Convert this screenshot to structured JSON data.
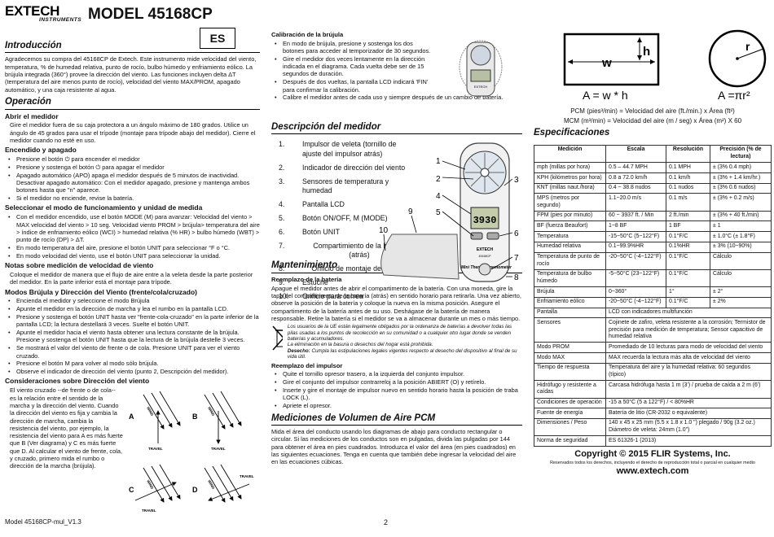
{
  "header": {
    "logo": "EXTECH",
    "logo_sub": "INSTRUMENTS",
    "model": "MODEL 45168CP",
    "lang": "ES"
  },
  "intro": {
    "title": "Introducción",
    "text": "Agradecemos su compra del 45168CP de Extech. Este instrumento mide velocidad del viento, temperatura, % de humedad relativa, punto de rocío, bulbo húmedo y enfriamiento eólico. La brújula integrada (360°) provee la dirección del viento. Las funciones incluyen delta ΔT (temperatura del aire menos punto de rocío), velocidad del viento MAX/PROM, apagado automático, y una caja resistente al agua."
  },
  "op": {
    "title": "Operación",
    "open_title": "Abrir el medidor",
    "open_text": "Gire el medidor fuera de su caja protectora a un ángulo máximo de 180 grados. Utilice un ángulo de 45 grados para usar el trípode (montaje para trípode abajo del medidor). Cierre el medidor cuando no esté en uso.",
    "power_title": "Encendido y apagado",
    "power": [
      "Presione el botón ⏻ para encender el medidor",
      "Presione y sostenga el botón ⏻ para apagar el medidor",
      "Apagado automático (APO) apaga el medidor después de 5 minutos de inactividad. Desactivar apagado automático: Con el medidor apagado, presione y mantenga ambos botones hasta que \"n\" aparece.",
      "Si el medidor no enciende, revise la batería."
    ],
    "mode_title": "Seleccionar el modo de funcionamiento y unidad de medida",
    "mode": [
      "Con el medidor encendido, use el botón MODE (M) para avanzar: Velocidad del viento > MAX velocidad del viento > 10 seg. Velocidad viento PROM > brújula> temperatura del aire > índice de enfriamiento eólico (WCI) > humedad relativa (% HR) > bulbo húmedo (WBT) > punto de rocío (DP) > ΔT.",
      "En modo temperatura del aire, presione el botón UNIT para seleccionar °F o °C.",
      "En modo velocidad del viento, use el botón UNIT para seleccionar la unidad."
    ],
    "notes_title": "Notas sobre medición de velocidad de viento",
    "notes_text": "Coloque el medidor de manera que el flujo de aire entre a la veleta desde la parte posterior del medidor. En la parte inferior está el montaje para trípode.",
    "compass_title": "Modos Brújula y Dirección del Viento (frente/cola/cruzado)",
    "compass": [
      "Encienda el medidor y seleccione el modo Brújula",
      "Apunte el medidor en la dirección de marcha y lea el rumbo en la pantalla LCD.",
      "Presione y sostenga el botón UNIT hasta ver \"frente-cola-cruzado\" en la parte inferior de la pantalla LCD; la lectura destellará 3 veces. Suelte el botón UNIT.",
      "Apunte el medidor hacia el viento hasta obtener una lectura constante de la brújula. Presione y sostenga el botón UNIT hasta que la lectura de la brújula destelle 3 veces.",
      "Se mostrará el valor del viento de frente o de cola. Presione UNIT para ver el viento cruzado.",
      "Presione el botón M para volver al modo sólo brújula.",
      "Observe el indicador de dirección del viento (punto 2, Descripción del medidor)."
    ],
    "wind_title": "Consideraciones sobre Dirección del viento",
    "wind_text": "El viento cruzado --de frente o de cola-- es la relación entre el sentido de la marcha y la dirección del viento. Cuando la dirección del viento es fija y cambia la dirección de marcha, cambia la resistencia del viento, por ejemplo, la resistencia del viento para A es más fuerte que B (Ver diagrama) y C es más fuerte que D. Al calcular el viento de frente, cola, y cruzado, primero mida el rumbo o dirección de la marcha (brújula).",
    "diag_letters": [
      "A",
      "B",
      "C",
      "D"
    ],
    "diag_wind": "WIND",
    "diag_travel": "TRAVEL"
  },
  "calib": {
    "title": "Calibración de la brújula",
    "items": [
      "En modo de brújula, presione y sostenga los dos botones para acceder al temporizador de 30 segundos.",
      "Gire el medidor dos veces lentamente en la dirección indicada en el diagrama. Cada vuelta debe ser de 15 segundos de duración.",
      "Después de dos vueltas, la pantalla LCD indicará 'FIN' para confirmar la calibración.",
      "Calibre el medidor antes de cada uso y siempre después de un cambio de batería."
    ]
  },
  "desc": {
    "title": "Descripción del medidor",
    "items": [
      {
        "n": "1.",
        "t": "Impulsor de veleta (tornillo de ajuste del impulsor atrás)"
      },
      {
        "n": "2.",
        "t": "Indicador de dirección del viento"
      },
      {
        "n": "3.",
        "t": "Sensores de temperatura y humedad"
      },
      {
        "n": "4.",
        "t": "Pantalla LCD"
      },
      {
        "n": "5.",
        "t": "Botón ON/OFF, M (MODE)"
      },
      {
        "n": "6.",
        "t": "Botón UNIT"
      },
      {
        "n": "7.",
        "t": "Compartimiento de la batería (atrás)"
      },
      {
        "n": "8.",
        "t": "Orificio de montaje del trípode"
      },
      {
        "n": "9.",
        "t": "Estuche"
      },
      {
        "n": "10.",
        "t": "Orificio para correa"
      }
    ],
    "lcd": "3930",
    "device_brand": "EXTECH",
    "device_name": "Mini Thermo-Anemometer",
    "device_model": "45168CP",
    "callouts": [
      "1",
      "2",
      "3",
      "4",
      "5",
      "6",
      "7",
      "8",
      "9",
      "10"
    ]
  },
  "maint": {
    "title": "Mantenimiento",
    "bat_title": "Reemplazo de la batería",
    "bat_text": "Apague el medidor antes de abrir el compartimento de la batería. Con una moneda, gire la tapa del compartimento de la batería (atrás) en sentido horario para retirarla. Una vez abierto, observe la posición de la batería y coloque la nueva en la misma posición. Asegure el compartimento de la batería antes de su uso. Deshágase de la batería de manera responsable. Retire la batería si el medidor se va a almacenar durante un mes o más tiempo.",
    "recycle1": "Los usuarios de la UE están legalmente obligados por la ordenanza de baterías a devolver todas las pilas usadas a los puntos de recolección en su comunidad o a cualquier otro lugar donde se venden baterías y acumuladores.",
    "recycle2": "La eliminación en la basura o desechos del hogar está prohibida.",
    "recycle3_b": "Desecho:",
    "recycle3": " Cumpla las estipulaciones legales vigentes respecto al desecho del dispositivo al final de su vida útil.",
    "imp_title": "Reemplazo del impulsor",
    "imp": [
      "Quite el tornillo opresor trasero, a la izquierda del conjunto impulsor.",
      "Gire el conjunto del impulsor contrarreloj a la posición ABIERT (O) y retírelo.",
      "Inserte y gire el montaje de impulsor nuevo en sentido horario hasta la posición de traba LOCK (L).",
      "Apriete el opresor."
    ]
  },
  "pcm": {
    "title": "Mediciones de Volumen de Aire PCM",
    "text": "Mida el área del conducto usando los diagramas de abajo para conducto rectangular o circular. Si las mediciones de los conductos son en pulgadas, divida las pulgadas por 144 para obtener el área en pies cuadrados. Introduzca el valor del área (en pies cuadrados) en las siguientes ecuaciones. Tenga en cuenta que también debe ingresar la velocidad del aire en las ecuaciones cúbicas."
  },
  "area": {
    "w": "w",
    "h": "h",
    "r": "r",
    "eq1": "A = w * h",
    "eq2": "A =πr²",
    "pcm_eq": "PCM (pies³/min) = Velocidad del aire (ft./min.) x Área (ft²)",
    "mcm_eq": "MCM (m³/min) = Velocidad del aire (m / seg) x Área (m²) X 60"
  },
  "spec": {
    "title": "Especificaciones",
    "headers": [
      "Medición",
      "Escala",
      "Resolución",
      "Precisión (% de lectura)"
    ],
    "rows": [
      [
        "mph (millas por hora)",
        "0.5 – 44.7 MPH",
        "0.1 MPH",
        "± (3% 0.4 mph)"
      ],
      [
        "KPH (kilómetros por hora)",
        "0.8 a 72.0 km/h",
        "0.1 km/h",
        "± (3% + 1.4 km/hr.)"
      ],
      [
        "KNT (millas naut./hora)",
        "0.4 ~ 38.8 nudos",
        "0.1 nudos",
        "± (3% 0.6 nudos)"
      ],
      [
        "MPS (metros por segundo)",
        "1.1~20.0 m/s",
        "0.1 m/s",
        "± (3% + 0.2 m/s)"
      ],
      [
        "FPM (pies por minuto)",
        "60 ~ 3937 ft. / Min",
        "2 ft./min",
        "± (3% + 40 ft./min)"
      ],
      [
        "BF (fuerza Beaufort)",
        "1~8 BF",
        "1 BF",
        "± 1"
      ],
      [
        "Temperatura",
        "-15~50°C (5~122°F)",
        "0.1°F/C",
        "± 1.0°C (± 1.8°F)"
      ],
      [
        "Humedad relativa",
        "0.1~99.9%HR",
        "0.1%HR",
        "± 3% (10~90%)"
      ],
      [
        "Temperatura de punto de rocío",
        "-20~50°C (-4~122°F)",
        "0.1°F/C",
        "Cálculo"
      ],
      [
        "Temperatura de bulbo húmedo",
        "-5~50°C (23~122°F)",
        "0.1°F/C",
        "Cálculo"
      ],
      [
        "Brújula",
        "0~360°",
        "1°",
        "± 2°"
      ],
      [
        "Enfriamiento eólico",
        "-20~50°C (-4~122°F)",
        "0.1°F/C",
        "± 2%"
      ]
    ],
    "wide": [
      [
        "Pantalla",
        "LCD con indicadores multifunción"
      ],
      [
        "Sensores",
        "Cojinete de zafiro, veleta resistente a la corrosión; Termistor de precisión para medición de temperatura; Sensor capacitivo de humedad relativa"
      ],
      [
        "Modo PROM",
        "Promediado de 10 lecturas para modo de velocidad del viento"
      ],
      [
        "Modo MAX",
        "MAX recuerda la lectura más alta de velocidad del viento"
      ],
      [
        "Tiempo de respuesta",
        "Temperatura del aire y la humedad relativa: 60 segundos (típico)"
      ],
      [
        "Hidrófugo y resistente a caídas",
        "Carcasa hidrófuga hasta 1 m (3') / prueba de caída a 2 m (6')"
      ],
      [
        "Condiciones de operación",
        "-15 a 50°C (5 a 122°F) / < 80%HR"
      ],
      [
        "Fuente de energía",
        "Batería de litio (CR-2032 o equivalente)"
      ],
      [
        "Dimensiones / Peso",
        "140 x 45 x 25 mm (5.5 x 1.8 x 1.0 \") plegado / 90g (3.2 oz.)",
        "Diámetro de veleta: 24mm (1.0\")"
      ],
      [
        "Norma de seguridad",
        "ES 61326-1 (2013)"
      ]
    ]
  },
  "footer": {
    "copyright": "Copyright © 2015 FLIR Systems, Inc.",
    "rights": "Reservados todos los derechos, incluyendo el derecho de reproducción total o parcial en cualquier medio",
    "web": "www.extech.com",
    "doc": "Model 45168CP-mul_V1.3",
    "page": "2"
  }
}
